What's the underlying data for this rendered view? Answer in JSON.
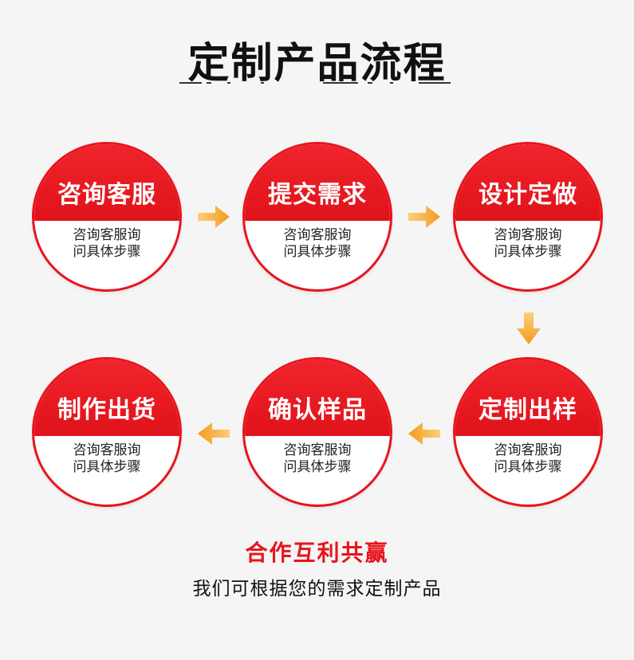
{
  "title": "定制产品流程",
  "steps": [
    {
      "heading": "咨询客服",
      "line1": "咨询客服询",
      "line2": "问具体步骤"
    },
    {
      "heading": "提交需求",
      "line1": "咨询客服询",
      "line2": "问具体步骤"
    },
    {
      "heading": "设计定做",
      "line1": "咨询客服询",
      "line2": "问具体步骤"
    },
    {
      "heading": "定制出样",
      "line1": "咨询客服询",
      "line2": "问具体步骤"
    },
    {
      "heading": "确认样品",
      "line1": "咨询客服询",
      "line2": "问具体步骤"
    },
    {
      "heading": "制作出货",
      "line1": "咨询客服询",
      "line2": "问具体步骤"
    }
  ],
  "footer": {
    "slogan": "合作互利共赢",
    "subtitle": "我们可根据您的需求定制产品"
  },
  "colors": {
    "accent_red": "#e8141d",
    "arrow_orange": "#f5a623"
  },
  "icons": {
    "arrow_right": "arrow-right-icon",
    "arrow_down": "arrow-down-icon",
    "arrow_left": "arrow-left-icon"
  }
}
